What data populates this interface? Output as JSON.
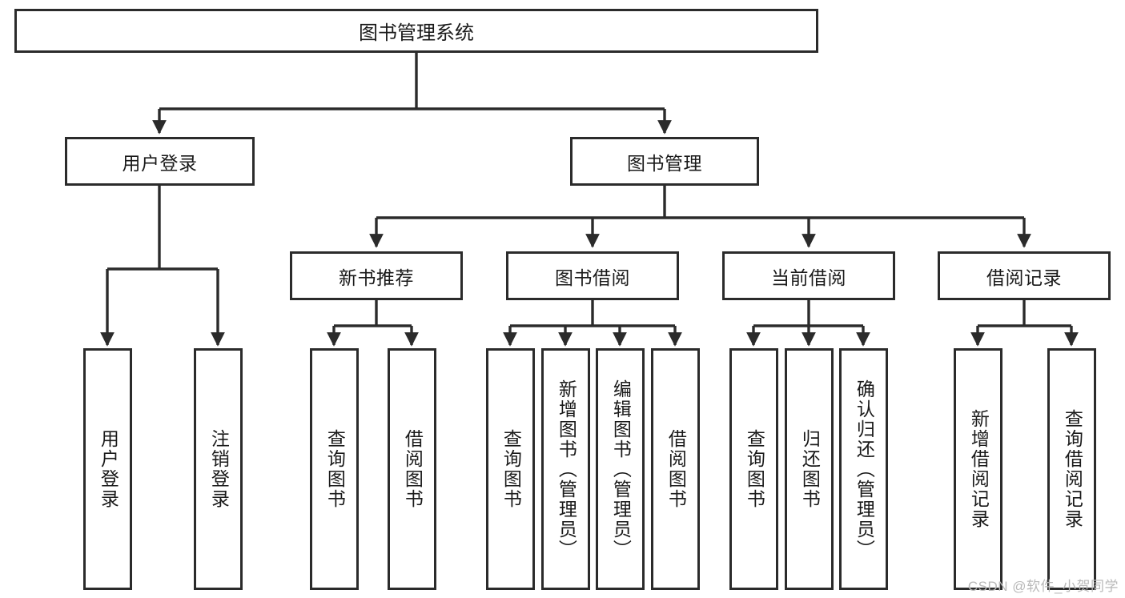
{
  "diagram": {
    "type": "tree-hierarchy-chart",
    "title": "图书管理系统",
    "stroke_color": "#2b2b2b",
    "background_color": "#ffffff",
    "levels": [
      {
        "level": 1,
        "nodes": [
          {
            "id": "root",
            "label": "图书管理系统"
          }
        ]
      },
      {
        "level": 2,
        "nodes": [
          {
            "id": "login",
            "label": "用户登录",
            "parent": "root"
          },
          {
            "id": "bookmgmt",
            "label": "图书管理",
            "parent": "root"
          }
        ]
      },
      {
        "level": 3,
        "nodes": [
          {
            "id": "newbook",
            "label": "新书推荐",
            "parent": "bookmgmt"
          },
          {
            "id": "borrow",
            "label": "图书借阅",
            "parent": "bookmgmt"
          },
          {
            "id": "current",
            "label": "当前借阅",
            "parent": "bookmgmt"
          },
          {
            "id": "record",
            "label": "借阅记录",
            "parent": "bookmgmt"
          }
        ]
      },
      {
        "level": 4,
        "nodes": [
          {
            "id": "leaf1",
            "label": "用户登录",
            "parent": "login"
          },
          {
            "id": "leaf2",
            "label": "注销登录",
            "parent": "login"
          },
          {
            "id": "leaf3",
            "label": "查询图书",
            "parent": "newbook"
          },
          {
            "id": "leaf4",
            "label": "借阅图书",
            "parent": "newbook"
          },
          {
            "id": "leaf5",
            "label": "查询图书",
            "parent": "borrow"
          },
          {
            "id": "leaf6",
            "label": "新增图书（管理员）",
            "parent": "borrow"
          },
          {
            "id": "leaf7",
            "label": "编辑图书（管理员）",
            "parent": "borrow"
          },
          {
            "id": "leaf8",
            "label": "借阅图书",
            "parent": "borrow"
          },
          {
            "id": "leaf9",
            "label": "查询图书",
            "parent": "current"
          },
          {
            "id": "leaf10",
            "label": "归还图书",
            "parent": "current"
          },
          {
            "id": "leaf11",
            "label": "确认归还（管理员）",
            "parent": "current"
          },
          {
            "id": "leaf12",
            "label": "新增借阅记录",
            "parent": "record"
          },
          {
            "id": "leaf13",
            "label": "查询借阅记录",
            "parent": "record"
          }
        ]
      }
    ]
  },
  "watermark": {
    "text": "CSDN @软件_小贺同学"
  }
}
